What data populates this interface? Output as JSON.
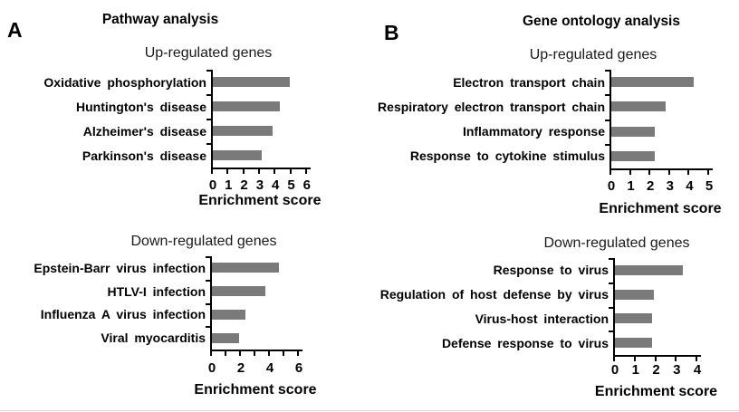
{
  "figure": {
    "panels": [
      {
        "letter": "A",
        "title": "Pathway analysis"
      },
      {
        "letter": "B",
        "title": "Gene ontology analysis"
      }
    ]
  },
  "chart_data": [
    {
      "type": "bar",
      "orientation": "horizontal",
      "panel": "A",
      "title": "Up-regulated genes",
      "categories": [
        "Oxidative phosphorylation",
        "Huntington's disease",
        "Alzheimer's disease",
        "Parkinson's disease"
      ],
      "values": [
        4.9,
        4.3,
        3.8,
        3.1
      ],
      "xlabel": "Enrichment score",
      "xlim": [
        0,
        6
      ],
      "xticks": [
        0,
        1,
        2,
        3,
        4,
        5,
        6
      ],
      "xtick_labels": [
        "0",
        "1",
        "2",
        "3",
        "4",
        "5",
        "6"
      ],
      "bar_color": "#7a7a7a",
      "grid": false,
      "legend": "none"
    },
    {
      "type": "bar",
      "orientation": "horizontal",
      "panel": "A",
      "title": "Down-regulated genes",
      "categories": [
        "Epstein-Barr virus infection",
        "HTLV-I infection",
        "Influenza A virus infection",
        "Viral myocarditis"
      ],
      "values": [
        4.6,
        3.7,
        2.3,
        1.9
      ],
      "xlabel": "Enrichment score",
      "xlim": [
        0,
        6
      ],
      "xticks": [
        0,
        1,
        2,
        3,
        4,
        5,
        6
      ],
      "xtick_labels": [
        "0",
        "",
        "2",
        "",
        "4",
        "",
        "6"
      ],
      "bar_color": "#7a7a7a",
      "grid": false,
      "legend": "none"
    },
    {
      "type": "bar",
      "orientation": "horizontal",
      "panel": "B",
      "title": "Up-regulated genes",
      "categories": [
        "Electron transport chain",
        "Respiratory electron transport chain",
        "Inflammatory response",
        "Response to cytokine stimulus"
      ],
      "values": [
        4.2,
        2.8,
        2.2,
        2.2
      ],
      "xlabel": "Enrichment score",
      "xlim": [
        0,
        5
      ],
      "xticks": [
        0,
        1,
        2,
        3,
        4,
        5
      ],
      "xtick_labels": [
        "0",
        "1",
        "2",
        "3",
        "4",
        "5"
      ],
      "bar_color": "#7a7a7a",
      "grid": false,
      "legend": "none"
    },
    {
      "type": "bar",
      "orientation": "horizontal",
      "panel": "B",
      "title": "Down-regulated genes",
      "categories": [
        "Response to virus",
        "Regulation of host defense by virus",
        "Virus-host interaction",
        "Defense response to virus"
      ],
      "values": [
        3.3,
        1.9,
        1.8,
        1.8
      ],
      "xlabel": "Enrichment score",
      "xlim": [
        0,
        4
      ],
      "xticks": [
        0,
        1,
        2,
        3,
        4
      ],
      "xtick_labels": [
        "0",
        "1",
        "2",
        "3",
        "4"
      ],
      "bar_color": "#7a7a7a",
      "grid": false,
      "legend": "none"
    }
  ]
}
